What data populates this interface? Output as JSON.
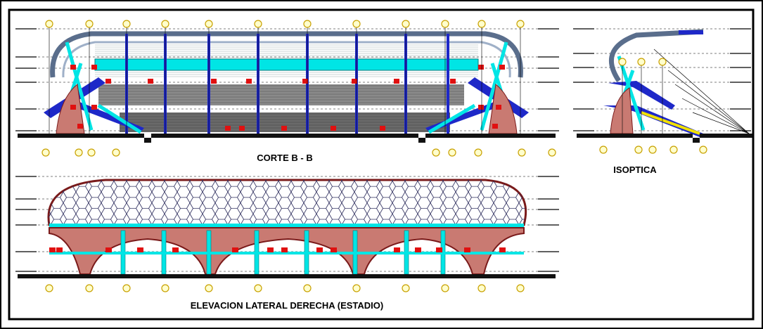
{
  "drawing": {
    "section_title": "CORTE B - B",
    "isoptic_title": "ISOPTICA",
    "elevation_title": "ELEVACION LATERAL DERECHA (ESTADIO)"
  },
  "colors": {
    "frame": "#000000",
    "roof_steel": "#5a6e8c",
    "structure_cyan": "#00e5e5",
    "structure_blue": "#1e28c8",
    "seating_gray": "#7a7a7a",
    "accent_red": "#e01010",
    "arch_fill": "#c97a72",
    "arch_edge": "#7a1a1a",
    "grid_bubble_fill": "#ffffcc",
    "grid_bubble_edge": "#c8a000",
    "level_line": "#000000"
  }
}
